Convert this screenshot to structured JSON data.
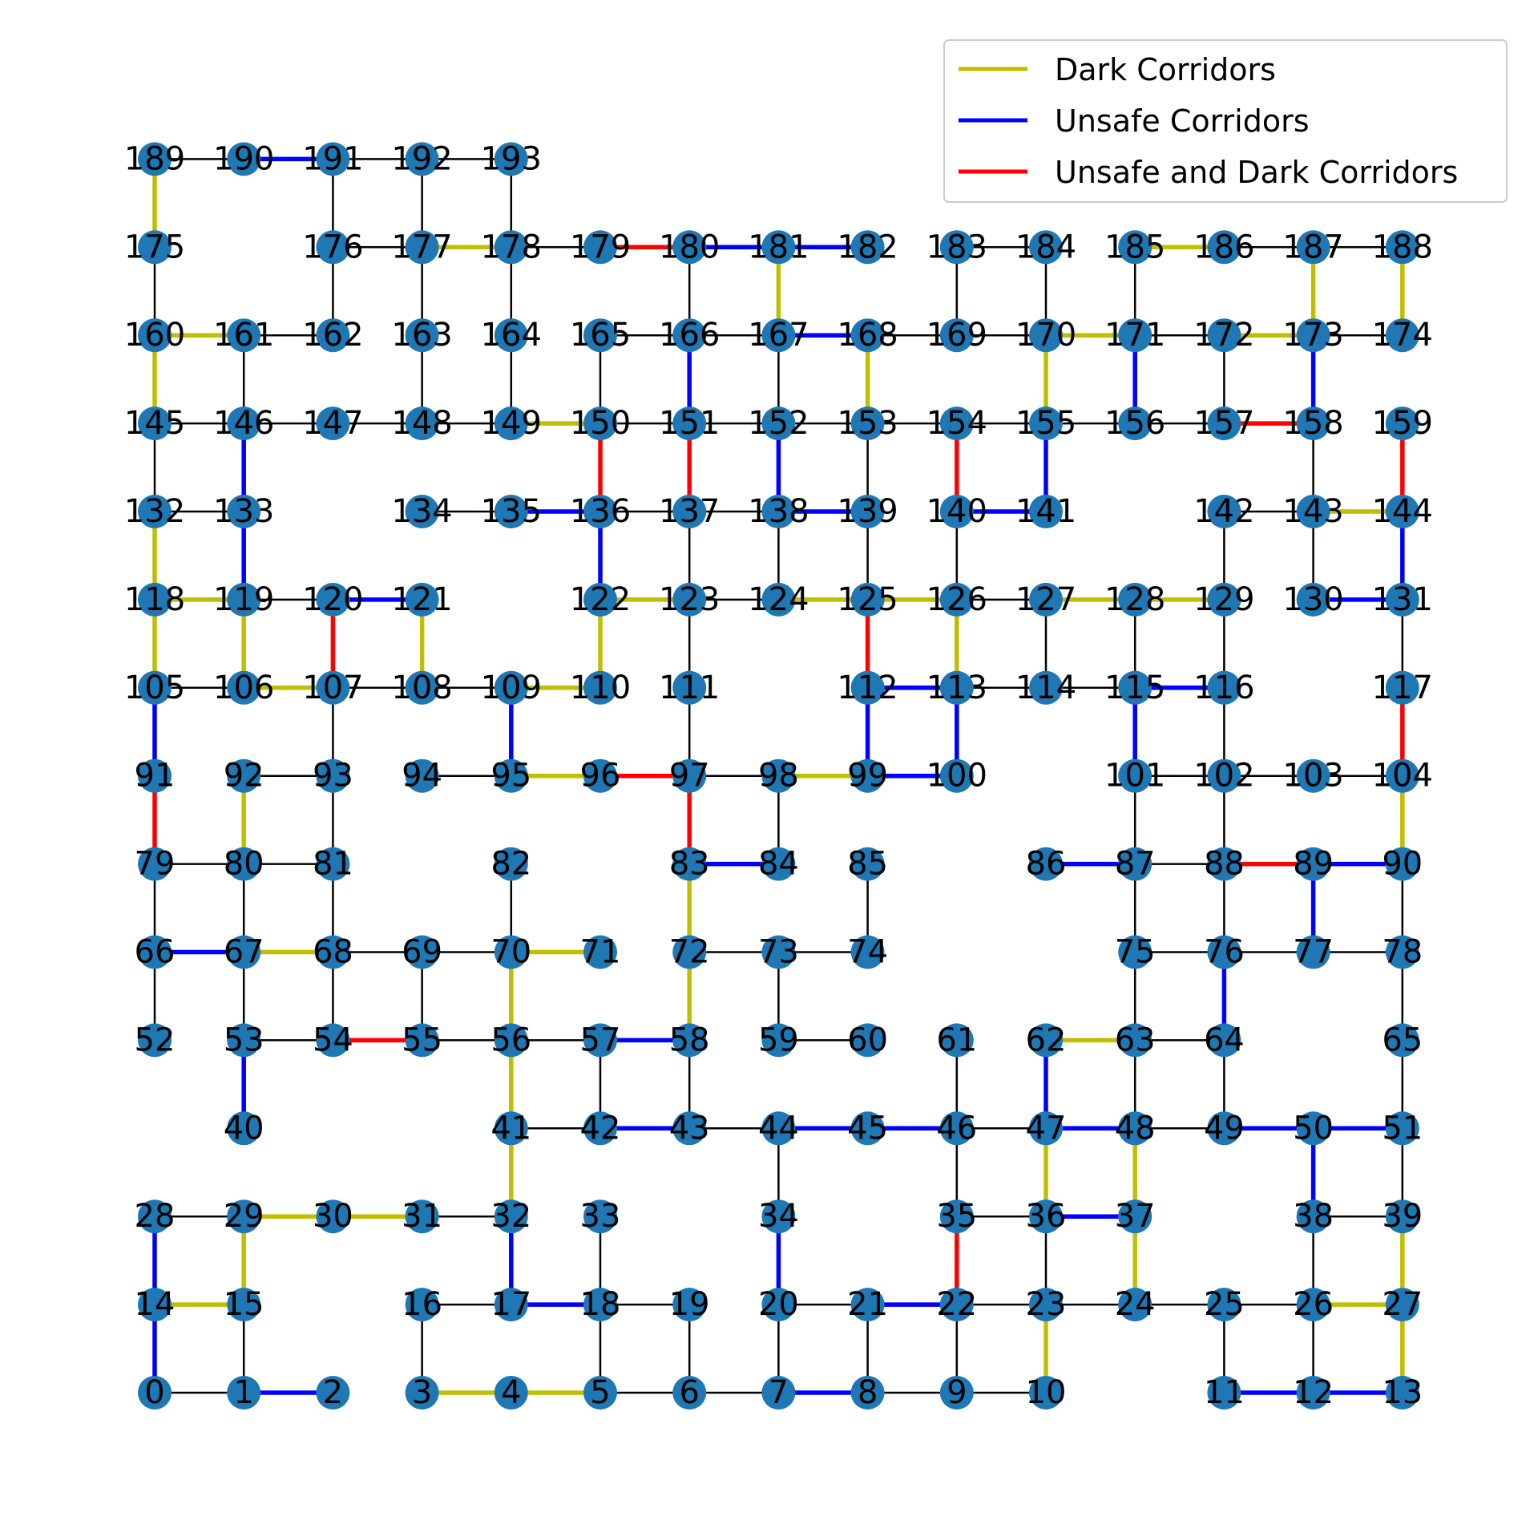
{
  "colors": {
    "node": "#1f77b4",
    "edge": "#000000",
    "dark": "#bfbf00",
    "unsafe": "#0000ff",
    "unsafe_dark": "#ff0000"
  },
  "legend": {
    "items": [
      {
        "label": "Dark Corridors",
        "type": "dark"
      },
      {
        "label": "Unsafe Corridors",
        "type": "unsafe"
      },
      {
        "label": "Unsafe and Dark Corridors",
        "type": "unsafe_dark"
      }
    ]
  },
  "graph": {
    "rows": [
      [
        0,
        1,
        2,
        3,
        4,
        5,
        6,
        7,
        8,
        9,
        10,
        null,
        11,
        12,
        13
      ],
      [
        14,
        15,
        null,
        16,
        17,
        18,
        19,
        20,
        21,
        22,
        23,
        24,
        25,
        26,
        27
      ],
      [
        28,
        29,
        30,
        31,
        32,
        33,
        null,
        34,
        null,
        35,
        36,
        37,
        null,
        38,
        39
      ],
      [
        null,
        40,
        null,
        null,
        41,
        42,
        43,
        44,
        45,
        46,
        47,
        48,
        49,
        50,
        51
      ],
      [
        52,
        53,
        54,
        55,
        56,
        57,
        58,
        59,
        60,
        61,
        62,
        63,
        64,
        null,
        65
      ],
      [
        66,
        67,
        68,
        69,
        70,
        71,
        72,
        73,
        74,
        null,
        null,
        75,
        76,
        77,
        78
      ],
      [
        79,
        80,
        81,
        null,
        82,
        null,
        83,
        84,
        85,
        null,
        86,
        87,
        88,
        89,
        90
      ],
      [
        91,
        92,
        93,
        94,
        95,
        96,
        97,
        98,
        99,
        100,
        null,
        101,
        102,
        103,
        104
      ],
      [
        105,
        106,
        107,
        108,
        109,
        110,
        111,
        null,
        112,
        113,
        114,
        115,
        116,
        null,
        117
      ],
      [
        118,
        119,
        120,
        121,
        null,
        122,
        123,
        124,
        125,
        126,
        127,
        128,
        129,
        130,
        131
      ],
      [
        132,
        133,
        null,
        134,
        135,
        136,
        137,
        138,
        139,
        140,
        141,
        null,
        142,
        143,
        144
      ],
      [
        145,
        146,
        147,
        148,
        149,
        150,
        151,
        152,
        153,
        154,
        155,
        156,
        157,
        158,
        159
      ],
      [
        160,
        161,
        162,
        163,
        164,
        165,
        166,
        167,
        168,
        169,
        170,
        171,
        172,
        173,
        174
      ],
      [
        175,
        null,
        176,
        177,
        178,
        179,
        180,
        181,
        182,
        183,
        184,
        185,
        186,
        187,
        188
      ],
      [
        189,
        190,
        191,
        192,
        193,
        null,
        null,
        null,
        null,
        null,
        null,
        null,
        null,
        null,
        null
      ]
    ],
    "edges": [
      [
        0,
        1,
        "n"
      ],
      [
        1,
        2,
        "u"
      ],
      [
        3,
        4,
        "d"
      ],
      [
        4,
        5,
        "d"
      ],
      [
        5,
        6,
        "n"
      ],
      [
        6,
        7,
        "n"
      ],
      [
        7,
        8,
        "u"
      ],
      [
        8,
        9,
        "n"
      ],
      [
        9,
        10,
        "n"
      ],
      [
        11,
        12,
        "u"
      ],
      [
        12,
        13,
        "u"
      ],
      [
        0,
        14,
        "u"
      ],
      [
        1,
        15,
        "n"
      ],
      [
        3,
        16,
        "n"
      ],
      [
        5,
        18,
        "n"
      ],
      [
        6,
        19,
        "n"
      ],
      [
        7,
        20,
        "n"
      ],
      [
        8,
        21,
        "n"
      ],
      [
        9,
        22,
        "n"
      ],
      [
        10,
        23,
        "d"
      ],
      [
        11,
        25,
        "n"
      ],
      [
        12,
        26,
        "n"
      ],
      [
        13,
        27,
        "d"
      ],
      [
        14,
        15,
        "d"
      ],
      [
        16,
        17,
        "n"
      ],
      [
        17,
        18,
        "u"
      ],
      [
        18,
        19,
        "n"
      ],
      [
        20,
        21,
        "n"
      ],
      [
        21,
        22,
        "u"
      ],
      [
        22,
        23,
        "n"
      ],
      [
        23,
        24,
        "n"
      ],
      [
        24,
        25,
        "n"
      ],
      [
        25,
        26,
        "n"
      ],
      [
        26,
        27,
        "d"
      ],
      [
        14,
        28,
        "u"
      ],
      [
        15,
        29,
        "d"
      ],
      [
        17,
        32,
        "u"
      ],
      [
        18,
        33,
        "n"
      ],
      [
        20,
        34,
        "u"
      ],
      [
        22,
        35,
        "r"
      ],
      [
        23,
        36,
        "n"
      ],
      [
        24,
        37,
        "d"
      ],
      [
        26,
        38,
        "n"
      ],
      [
        27,
        39,
        "d"
      ],
      [
        28,
        29,
        "n"
      ],
      [
        29,
        30,
        "d"
      ],
      [
        30,
        31,
        "d"
      ],
      [
        31,
        32,
        "n"
      ],
      [
        35,
        36,
        "n"
      ],
      [
        36,
        37,
        "u"
      ],
      [
        38,
        39,
        "n"
      ],
      [
        32,
        41,
        "d"
      ],
      [
        34,
        44,
        "n"
      ],
      [
        35,
        46,
        "n"
      ],
      [
        36,
        47,
        "d"
      ],
      [
        37,
        48,
        "d"
      ],
      [
        38,
        50,
        "u"
      ],
      [
        39,
        51,
        "n"
      ],
      [
        41,
        42,
        "n"
      ],
      [
        42,
        43,
        "u"
      ],
      [
        43,
        44,
        "n"
      ],
      [
        44,
        45,
        "u"
      ],
      [
        45,
        46,
        "u"
      ],
      [
        46,
        47,
        "n"
      ],
      [
        47,
        48,
        "u"
      ],
      [
        48,
        49,
        "n"
      ],
      [
        49,
        50,
        "u"
      ],
      [
        50,
        51,
        "u"
      ],
      [
        40,
        53,
        "u"
      ],
      [
        41,
        56,
        "d"
      ],
      [
        42,
        57,
        "n"
      ],
      [
        43,
        58,
        "n"
      ],
      [
        46,
        61,
        "n"
      ],
      [
        47,
        62,
        "u"
      ],
      [
        48,
        63,
        "n"
      ],
      [
        49,
        64,
        "n"
      ],
      [
        51,
        65,
        "n"
      ],
      [
        53,
        54,
        "n"
      ],
      [
        54,
        55,
        "r"
      ],
      [
        55,
        56,
        "n"
      ],
      [
        56,
        57,
        "n"
      ],
      [
        57,
        58,
        "u"
      ],
      [
        59,
        60,
        "n"
      ],
      [
        62,
        63,
        "d"
      ],
      [
        63,
        64,
        "n"
      ],
      [
        52,
        66,
        "n"
      ],
      [
        53,
        67,
        "n"
      ],
      [
        54,
        68,
        "n"
      ],
      [
        55,
        69,
        "n"
      ],
      [
        56,
        70,
        "d"
      ],
      [
        58,
        72,
        "d"
      ],
      [
        59,
        73,
        "n"
      ],
      [
        63,
        75,
        "n"
      ],
      [
        64,
        76,
        "u"
      ],
      [
        65,
        78,
        "n"
      ],
      [
        66,
        67,
        "u"
      ],
      [
        67,
        68,
        "d"
      ],
      [
        68,
        69,
        "n"
      ],
      [
        69,
        70,
        "n"
      ],
      [
        70,
        71,
        "d"
      ],
      [
        72,
        73,
        "n"
      ],
      [
        73,
        74,
        "n"
      ],
      [
        75,
        76,
        "n"
      ],
      [
        76,
        77,
        "n"
      ],
      [
        77,
        78,
        "n"
      ],
      [
        66,
        79,
        "n"
      ],
      [
        67,
        80,
        "n"
      ],
      [
        68,
        81,
        "n"
      ],
      [
        70,
        82,
        "n"
      ],
      [
        72,
        83,
        "d"
      ],
      [
        74,
        85,
        "n"
      ],
      [
        75,
        87,
        "n"
      ],
      [
        76,
        88,
        "n"
      ],
      [
        77,
        89,
        "u"
      ],
      [
        78,
        90,
        "n"
      ],
      [
        79,
        80,
        "n"
      ],
      [
        80,
        81,
        "n"
      ],
      [
        83,
        84,
        "u"
      ],
      [
        86,
        87,
        "u"
      ],
      [
        87,
        88,
        "n"
      ],
      [
        88,
        89,
        "r"
      ],
      [
        89,
        90,
        "u"
      ],
      [
        79,
        91,
        "r"
      ],
      [
        80,
        92,
        "d"
      ],
      [
        81,
        93,
        "n"
      ],
      [
        83,
        97,
        "r"
      ],
      [
        84,
        98,
        "n"
      ],
      [
        87,
        101,
        "n"
      ],
      [
        88,
        102,
        "n"
      ],
      [
        90,
        104,
        "d"
      ],
      [
        92,
        93,
        "n"
      ],
      [
        94,
        95,
        "n"
      ],
      [
        95,
        96,
        "d"
      ],
      [
        96,
        97,
        "r"
      ],
      [
        97,
        98,
        "n"
      ],
      [
        98,
        99,
        "d"
      ],
      [
        99,
        100,
        "u"
      ],
      [
        101,
        102,
        "n"
      ],
      [
        102,
        103,
        "n"
      ],
      [
        103,
        104,
        "n"
      ],
      [
        91,
        105,
        "u"
      ],
      [
        93,
        107,
        "n"
      ],
      [
        95,
        109,
        "u"
      ],
      [
        97,
        111,
        "n"
      ],
      [
        99,
        112,
        "u"
      ],
      [
        100,
        113,
        "u"
      ],
      [
        101,
        115,
        "u"
      ],
      [
        102,
        116,
        "n"
      ],
      [
        104,
        117,
        "r"
      ],
      [
        105,
        106,
        "n"
      ],
      [
        106,
        107,
        "d"
      ],
      [
        107,
        108,
        "n"
      ],
      [
        108,
        109,
        "n"
      ],
      [
        109,
        110,
        "d"
      ],
      [
        112,
        113,
        "u"
      ],
      [
        113,
        114,
        "n"
      ],
      [
        114,
        115,
        "n"
      ],
      [
        115,
        116,
        "u"
      ],
      [
        105,
        118,
        "d"
      ],
      [
        106,
        119,
        "d"
      ],
      [
        107,
        120,
        "r"
      ],
      [
        108,
        121,
        "d"
      ],
      [
        110,
        122,
        "d"
      ],
      [
        111,
        123,
        "n"
      ],
      [
        112,
        125,
        "r"
      ],
      [
        113,
        126,
        "d"
      ],
      [
        114,
        127,
        "n"
      ],
      [
        115,
        128,
        "n"
      ],
      [
        116,
        129,
        "n"
      ],
      [
        117,
        131,
        "n"
      ],
      [
        118,
        119,
        "d"
      ],
      [
        119,
        120,
        "n"
      ],
      [
        120,
        121,
        "u"
      ],
      [
        122,
        123,
        "d"
      ],
      [
        123,
        124,
        "n"
      ],
      [
        124,
        125,
        "d"
      ],
      [
        125,
        126,
        "d"
      ],
      [
        126,
        127,
        "n"
      ],
      [
        127,
        128,
        "d"
      ],
      [
        128,
        129,
        "d"
      ],
      [
        130,
        131,
        "u"
      ],
      [
        118,
        132,
        "d"
      ],
      [
        119,
        133,
        "u"
      ],
      [
        122,
        136,
        "u"
      ],
      [
        123,
        137,
        "n"
      ],
      [
        124,
        138,
        "n"
      ],
      [
        125,
        139,
        "n"
      ],
      [
        126,
        140,
        "n"
      ],
      [
        129,
        142,
        "n"
      ],
      [
        130,
        143,
        "n"
      ],
      [
        131,
        144,
        "u"
      ],
      [
        132,
        133,
        "n"
      ],
      [
        134,
        135,
        "n"
      ],
      [
        135,
        136,
        "u"
      ],
      [
        136,
        137,
        "n"
      ],
      [
        137,
        138,
        "n"
      ],
      [
        138,
        139,
        "u"
      ],
      [
        140,
        141,
        "u"
      ],
      [
        142,
        143,
        "n"
      ],
      [
        143,
        144,
        "d"
      ],
      [
        132,
        145,
        "n"
      ],
      [
        133,
        146,
        "u"
      ],
      [
        136,
        150,
        "r"
      ],
      [
        137,
        151,
        "r"
      ],
      [
        138,
        152,
        "u"
      ],
      [
        139,
        153,
        "n"
      ],
      [
        140,
        154,
        "r"
      ],
      [
        141,
        155,
        "u"
      ],
      [
        143,
        158,
        "n"
      ],
      [
        144,
        159,
        "r"
      ],
      [
        145,
        146,
        "n"
      ],
      [
        146,
        147,
        "n"
      ],
      [
        147,
        148,
        "n"
      ],
      [
        148,
        149,
        "n"
      ],
      [
        149,
        150,
        "d"
      ],
      [
        150,
        151,
        "n"
      ],
      [
        151,
        152,
        "n"
      ],
      [
        152,
        153,
        "n"
      ],
      [
        153,
        154,
        "n"
      ],
      [
        154,
        155,
        "n"
      ],
      [
        155,
        156,
        "n"
      ],
      [
        156,
        157,
        "n"
      ],
      [
        157,
        158,
        "r"
      ],
      [
        145,
        160,
        "d"
      ],
      [
        146,
        161,
        "n"
      ],
      [
        148,
        163,
        "n"
      ],
      [
        149,
        164,
        "n"
      ],
      [
        150,
        165,
        "n"
      ],
      [
        151,
        166,
        "u"
      ],
      [
        152,
        167,
        "n"
      ],
      [
        153,
        168,
        "d"
      ],
      [
        155,
        170,
        "d"
      ],
      [
        156,
        171,
        "u"
      ],
      [
        157,
        172,
        "n"
      ],
      [
        158,
        173,
        "u"
      ],
      [
        160,
        161,
        "d"
      ],
      [
        161,
        162,
        "n"
      ],
      [
        165,
        166,
        "n"
      ],
      [
        166,
        167,
        "n"
      ],
      [
        167,
        168,
        "u"
      ],
      [
        168,
        169,
        "n"
      ],
      [
        169,
        170,
        "n"
      ],
      [
        170,
        171,
        "d"
      ],
      [
        171,
        172,
        "n"
      ],
      [
        172,
        173,
        "d"
      ],
      [
        173,
        174,
        "n"
      ],
      [
        160,
        175,
        "n"
      ],
      [
        162,
        176,
        "n"
      ],
      [
        163,
        177,
        "n"
      ],
      [
        164,
        178,
        "n"
      ],
      [
        166,
        180,
        "n"
      ],
      [
        167,
        181,
        "d"
      ],
      [
        169,
        183,
        "n"
      ],
      [
        170,
        184,
        "n"
      ],
      [
        171,
        185,
        "n"
      ],
      [
        173,
        187,
        "d"
      ],
      [
        174,
        188,
        "d"
      ],
      [
        176,
        177,
        "n"
      ],
      [
        177,
        178,
        "d"
      ],
      [
        178,
        179,
        "n"
      ],
      [
        179,
        180,
        "r"
      ],
      [
        180,
        181,
        "u"
      ],
      [
        181,
        182,
        "u"
      ],
      [
        183,
        184,
        "n"
      ],
      [
        185,
        186,
        "d"
      ],
      [
        186,
        187,
        "n"
      ],
      [
        187,
        188,
        "n"
      ],
      [
        175,
        189,
        "d"
      ],
      [
        176,
        191,
        "n"
      ],
      [
        177,
        192,
        "n"
      ],
      [
        178,
        193,
        "n"
      ],
      [
        189,
        190,
        "n"
      ],
      [
        190,
        191,
        "u"
      ],
      [
        191,
        192,
        "n"
      ],
      [
        192,
        193,
        "n"
      ]
    ]
  }
}
